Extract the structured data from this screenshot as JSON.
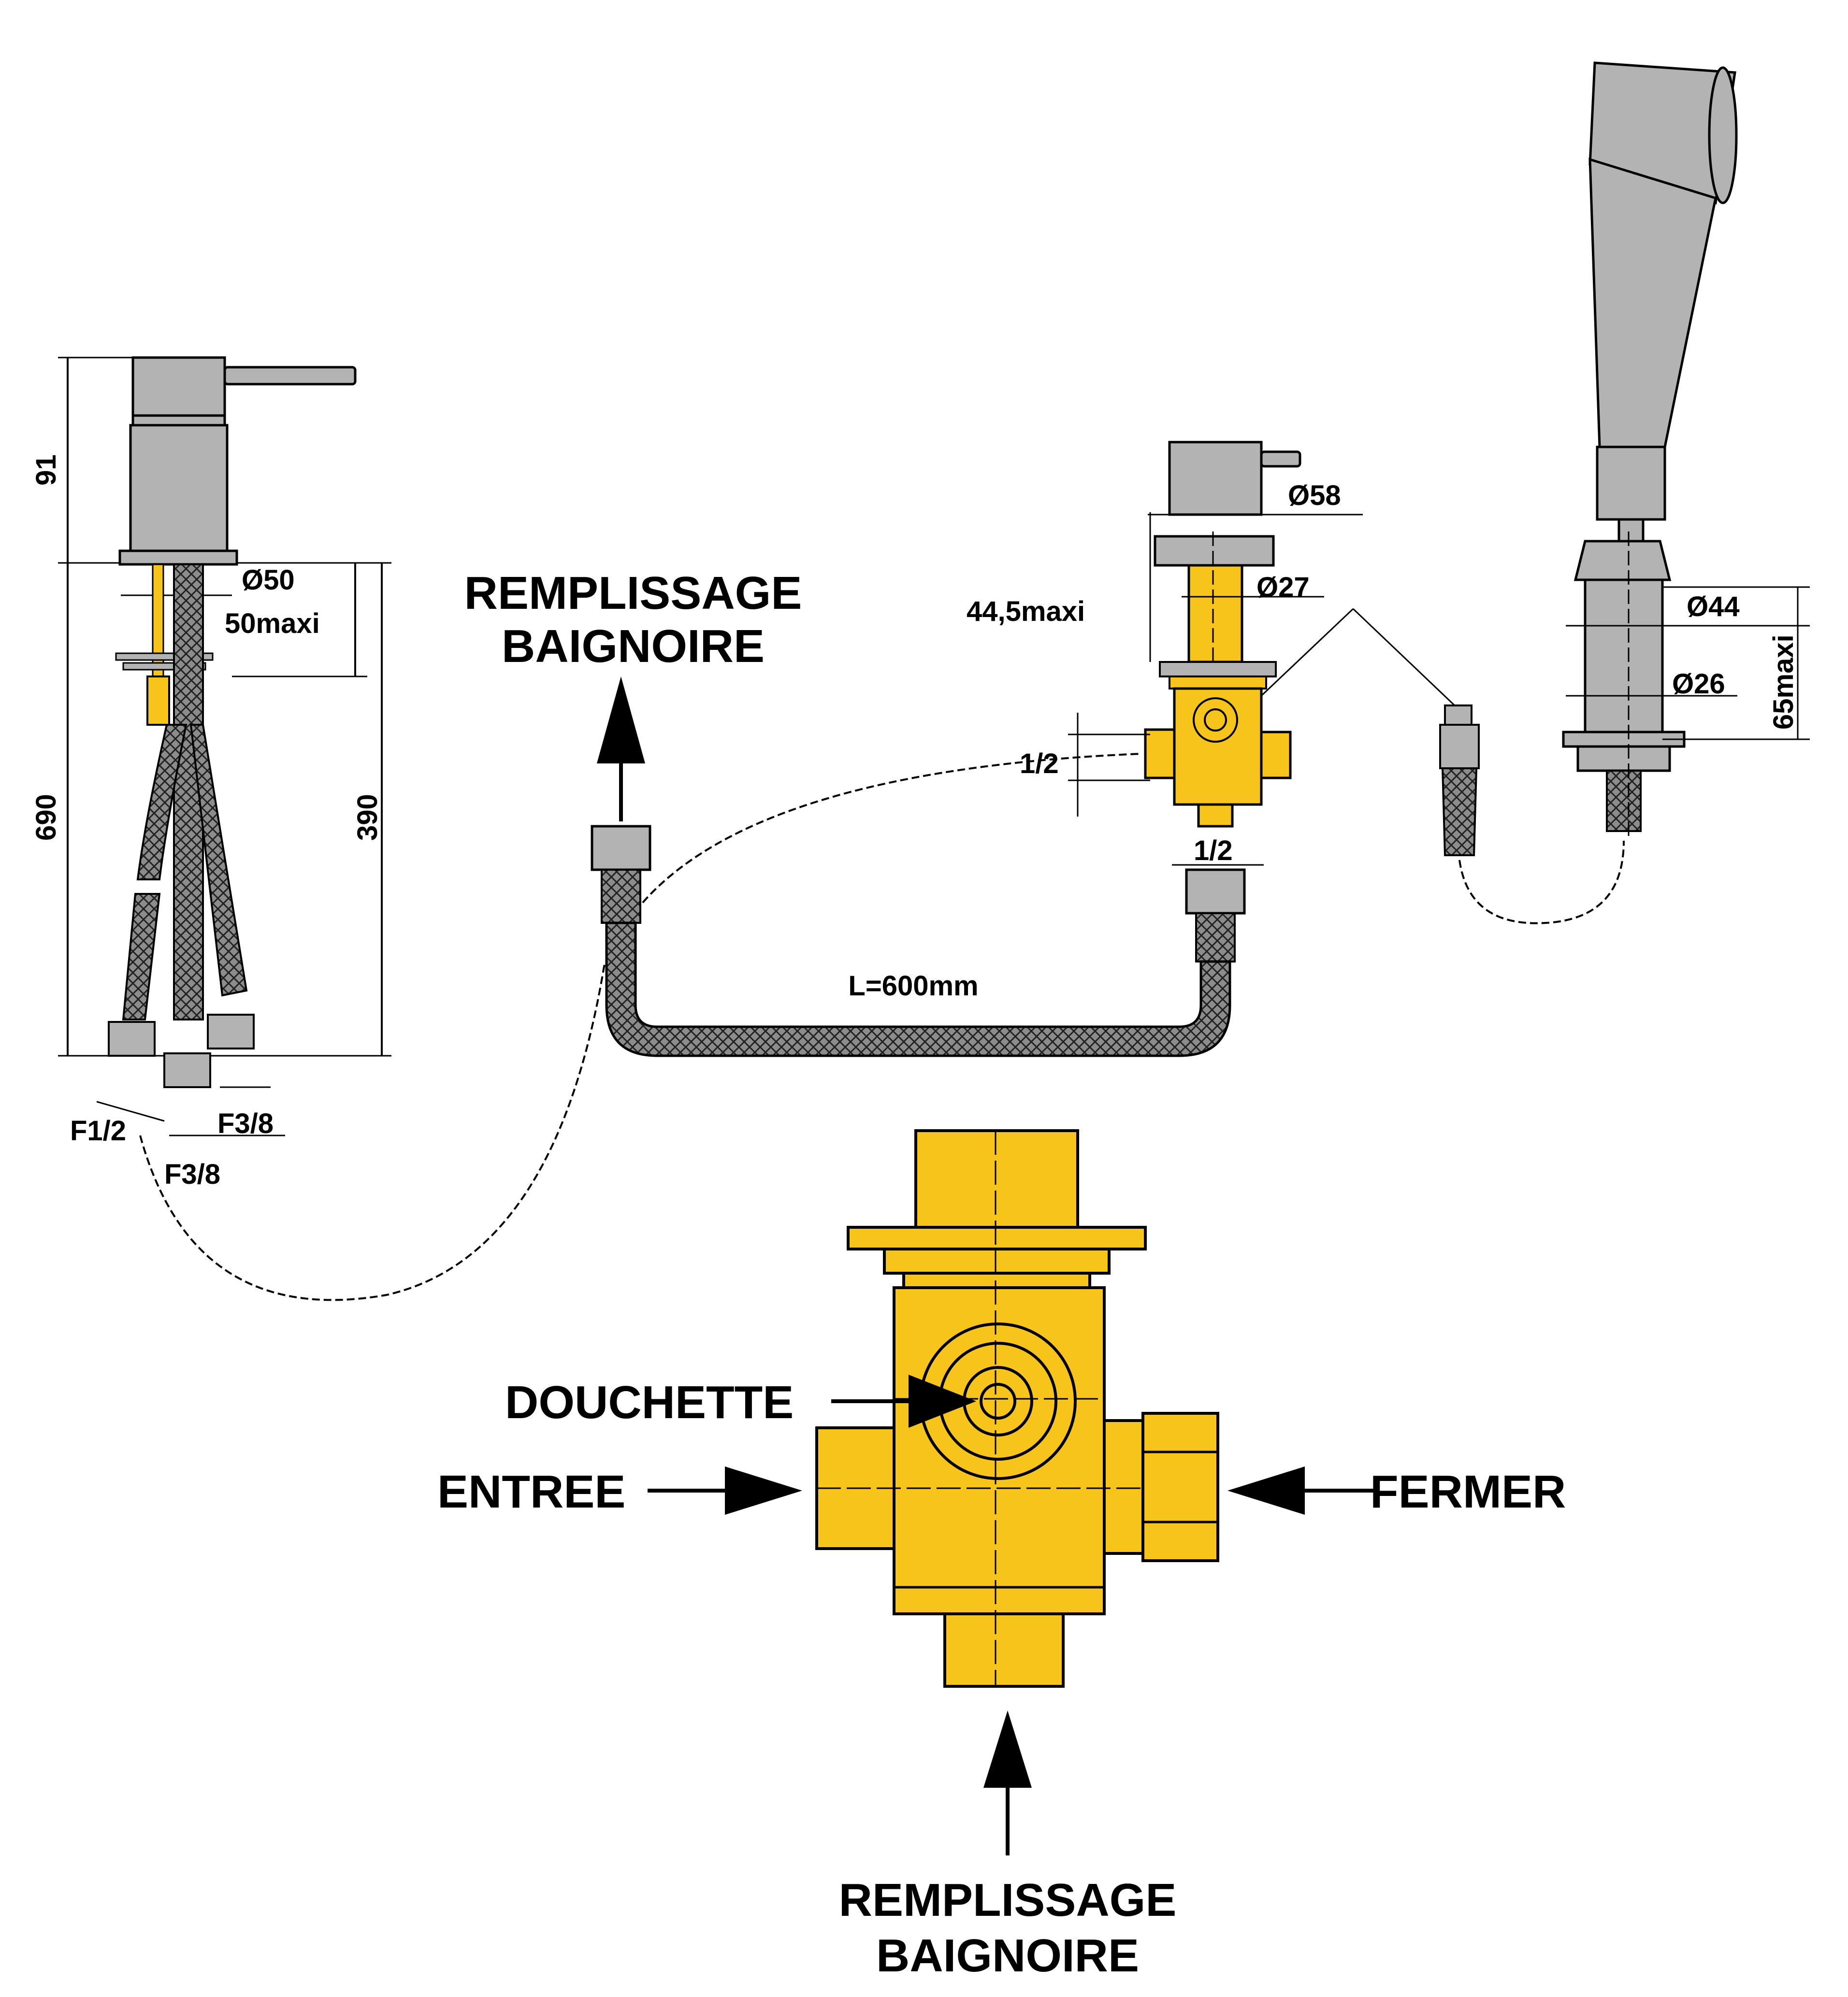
{
  "colors": {
    "brass": "#F7C41B",
    "chrome": "#B3B3B3",
    "hose": "#8C8C8C",
    "outline": "#000000",
    "background": "#FFFFFF"
  },
  "mixer": {
    "dim_height_body": "91",
    "dim_total_height": "690",
    "dim_hose_length": "390",
    "dim_base_diameter": "Ø50",
    "dim_deck_thickness": "50maxi",
    "conn_left": "F1/2",
    "conn_right": "F3/8",
    "conn_middle": "F3/8"
  },
  "diverter": {
    "dim_cap_diameter": "Ø58",
    "dim_body_diameter": "Ø27",
    "dim_deck_thickness": "44,5maxi",
    "conn_side": "1/2",
    "conn_bottom": "1/2"
  },
  "shower": {
    "dim_outer_diameter": "Ø44",
    "dim_inner_diameter": "Ø26",
    "dim_deck_thickness": "65maxi"
  },
  "hose": {
    "length_label": "L=600mm"
  },
  "top_label": {
    "line1": "REMPLISSAGE",
    "line2": "BAIGNOIRE"
  },
  "detail": {
    "douchette": "DOUCHETTE",
    "entree": "ENTREE",
    "fermer": "FERMER",
    "bottom_line1": "REMPLISSAGE",
    "bottom_line2": "BAIGNOIRE"
  }
}
